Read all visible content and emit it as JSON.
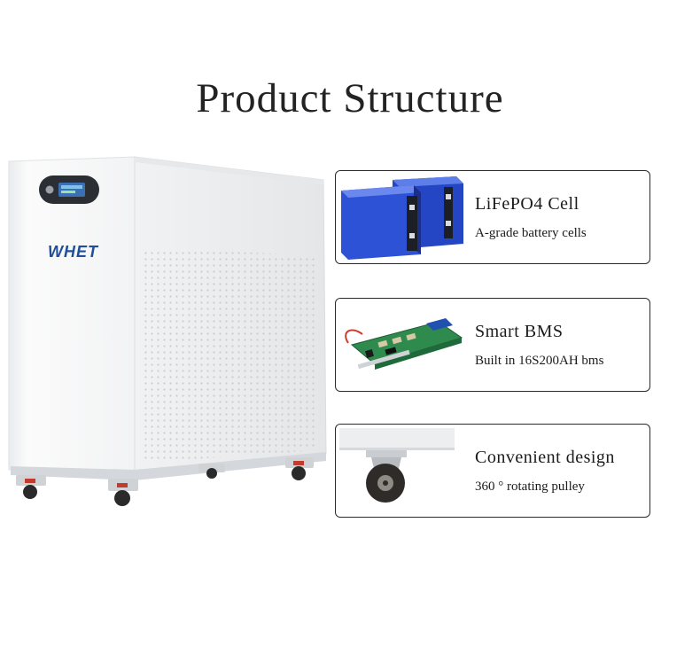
{
  "page": {
    "title": "Product Structure"
  },
  "product": {
    "brand": "WHET"
  },
  "features": [
    {
      "heading": "LiFePO4 Cell",
      "sub": "A-grade battery cells",
      "icon": "battery-cell-icon"
    },
    {
      "heading": "Smart BMS",
      "sub": "Built in 16S200AH bms",
      "icon": "bms-board-icon"
    },
    {
      "heading": "Convenient design",
      "sub": "360 ° rotating pulley",
      "icon": "caster-wheel-icon"
    }
  ],
  "colors": {
    "cabinet": "#f4f5f6",
    "cabinet_shadow": "#dcdfe2",
    "brand_blue": "#1f4f9a",
    "cell_blue": "#2d52d6",
    "pcb_green": "#2f8a4e",
    "caster_red": "#c23b2e",
    "card_border": "#2a2a2a"
  }
}
